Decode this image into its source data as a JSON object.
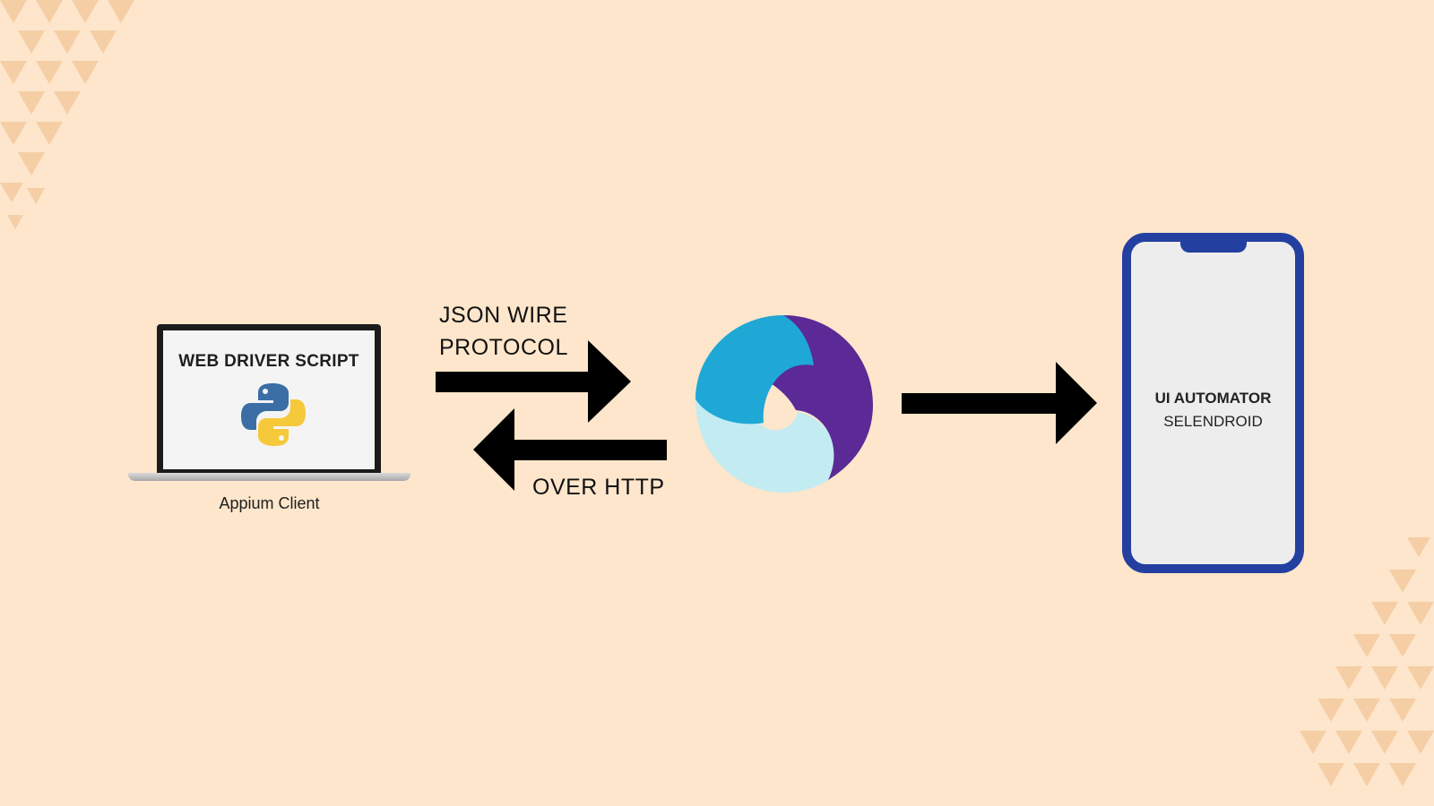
{
  "background_color": "#fde6cb",
  "client": {
    "screen_title": "WEB DRIVER SCRIPT",
    "logo_icon": "python-logo-icon",
    "caption": "Appium Client"
  },
  "protocol": {
    "line1": "JSON WIRE",
    "line2": "PROTOCOL",
    "transport": "OVER HTTP"
  },
  "server": {
    "logo_icon": "appium-logo-icon",
    "colors": [
      "#1da7d3",
      "#5a2a98",
      "#bfe9f1"
    ]
  },
  "device": {
    "line1": "UI AUTOMATOR",
    "line2": "SELENDROID",
    "frame_color": "#2340a0"
  },
  "arrows": [
    {
      "name": "arrow-client-to-server",
      "direction": "right"
    },
    {
      "name": "arrow-server-to-client",
      "direction": "left"
    },
    {
      "name": "arrow-server-to-device",
      "direction": "right"
    }
  ]
}
